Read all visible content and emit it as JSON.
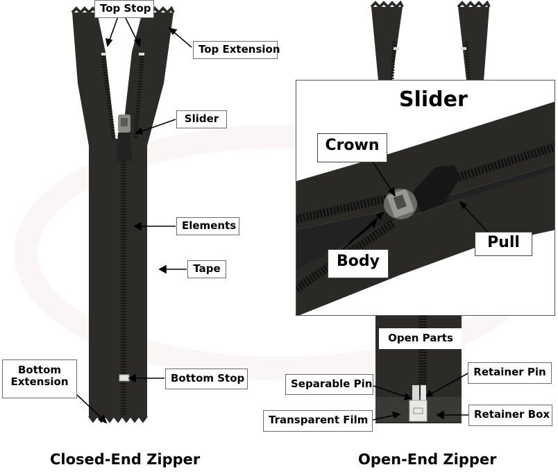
{
  "closed_end": {
    "caption": "Closed-End Zipper",
    "labels": {
      "top_stop": "Top Stop",
      "top_extension": "Top Extension",
      "slider": "Slider",
      "elements": "Elements",
      "tape": "Tape",
      "bottom_extension": "Bottom Extension",
      "bottom_stop": "Bottom Stop"
    }
  },
  "slider_detail": {
    "title": "Slider",
    "labels": {
      "crown": "Crown",
      "body": "Body",
      "pull": "Pull"
    }
  },
  "open_end": {
    "caption": "Open-End Zipper",
    "labels": {
      "open_parts": "Open Parts",
      "separable_pin": "Separable Pin",
      "retainer_pin": "Retainer Pin",
      "transparent_film": "Transparent Film",
      "retainer_box": "Retainer Box"
    }
  },
  "colors": {
    "tape": "#2c2b28",
    "label_border": "#6a6a6a",
    "background": "#ffffff"
  }
}
